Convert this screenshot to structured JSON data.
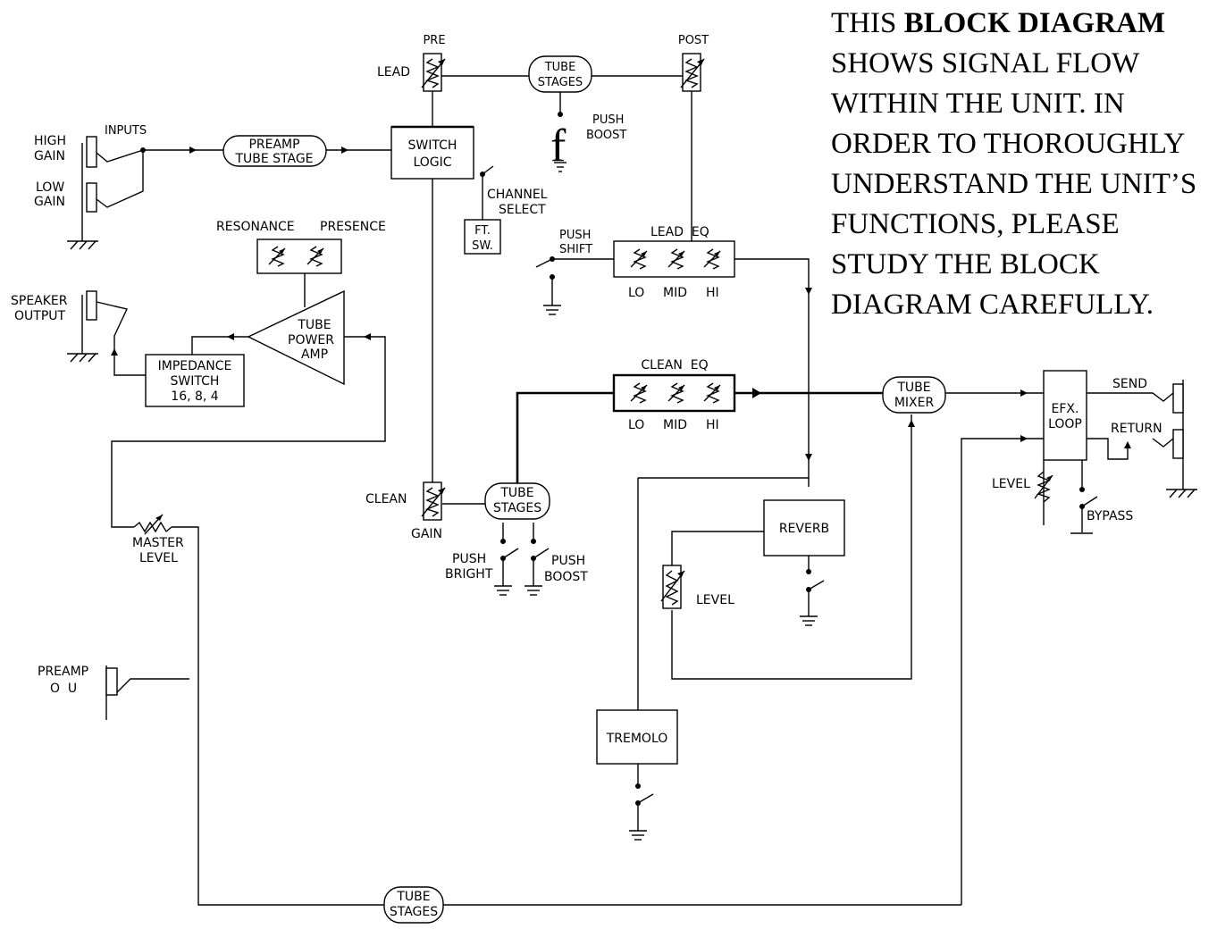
{
  "description": {
    "line1_pre": "THIS ",
    "line1_bold": "BLOCK DIAGRAM",
    "line2": "SHOWS SIGNAL FLOW",
    "line3": "WITHIN THE UNIT. IN",
    "line4": "ORDER TO THOROUGHLY",
    "line5": "UNDERSTAND THE UNIT’S",
    "line6": "FUNCTIONS, PLEASE",
    "line7": "STUDY THE BLOCK",
    "line8": "DIAGRAM CAREFULLY."
  },
  "labels": {
    "inputs": "INPUTS",
    "high_gain": [
      "HIGH",
      "GAIN"
    ],
    "low_gain": [
      "LOW",
      "GAIN"
    ],
    "preamp_tube_stage": [
      "PREAMP",
      "TUBE STAGE"
    ],
    "switch_logic": [
      "SWITCH",
      "LOGIC"
    ],
    "pre": "PRE",
    "post": "POST",
    "lead": "LEAD",
    "tube_stages": [
      "TUBE",
      "STAGES"
    ],
    "f": "f",
    "push_boost": [
      "PUSH",
      "BOOST"
    ],
    "channel_select": [
      "CHANNEL",
      "SELECT"
    ],
    "ft_sw": [
      "FT.",
      "SW."
    ],
    "resonance": "RESONANCE",
    "presence": "PRESENCE",
    "push_shift": [
      "PUSH",
      "SHIFT"
    ],
    "lead_eq": "LEAD  EQ",
    "clean_eq": "CLEAN  EQ",
    "lo": "LO",
    "mid": "MID",
    "hi": "HI",
    "speaker_output": [
      "SPEAKER",
      "OUTPUT"
    ],
    "tube_power_amp": [
      "TUBE",
      "POWER",
      "AMP"
    ],
    "impedance_switch": [
      "IMPEDANCE",
      "SWITCH",
      "16, 8, 4"
    ],
    "tube_mixer": [
      "TUBE",
      "MIXER"
    ],
    "efx_loop": [
      "EFX.",
      "LOOP"
    ],
    "send": "SEND",
    "return": "RETURN",
    "level": "LEVEL",
    "bypass": "BYPASS",
    "clean": "CLEAN",
    "gain": "GAIN",
    "push_bright": [
      "PUSH",
      "BRIGHT"
    ],
    "master_level": [
      "MASTER",
      "LEVEL"
    ],
    "reverb": "REVERB",
    "tremolo": "TREMOLO",
    "preamp_out": [
      "PREAMP",
      "O  U"
    ]
  }
}
